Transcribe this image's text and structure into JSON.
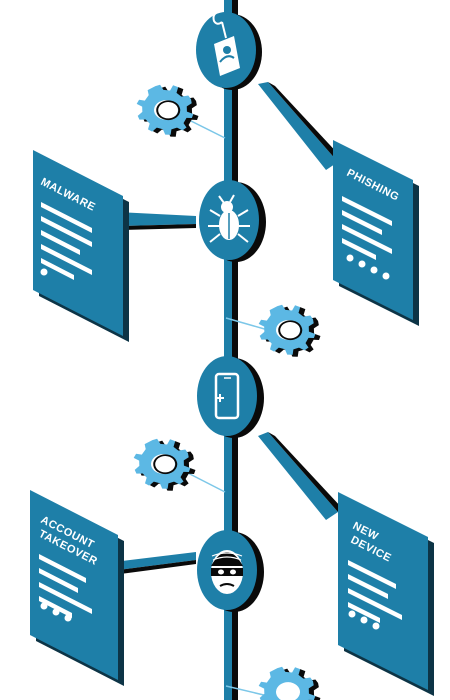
{
  "panels": {
    "malware": {
      "label": "MALWARE"
    },
    "phishing": {
      "label": "PHISHING"
    },
    "account_takeover": {
      "line1": "ACCOUNT",
      "line2": "TAKEOVER"
    },
    "new_device": {
      "line1": "NEW",
      "line2": "DEVICE"
    }
  },
  "icons": {
    "node1": "phishing-hook-icon",
    "node2": "bug-icon",
    "node3": "smartphone-icon",
    "node4": "burglar-icon",
    "gear": "gear-icon"
  },
  "colors": {
    "primary": "#1e7fa8",
    "dark": "#0d3446",
    "light_gear": "#5cb8e4",
    "black": "#0a0a0a",
    "white": "#ffffff"
  }
}
